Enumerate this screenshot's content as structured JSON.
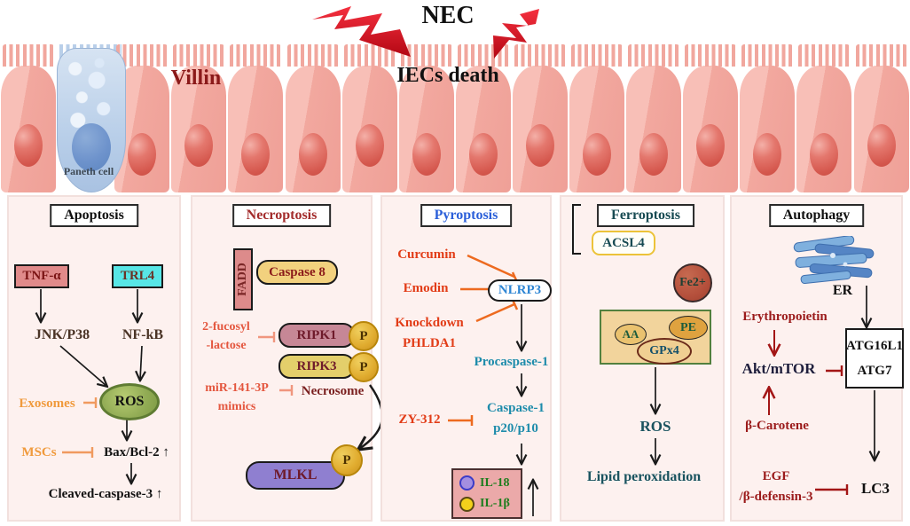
{
  "header": {
    "title": "NEC",
    "subtitle": "IECs death",
    "villin": "Villin",
    "paneth_cell": "Paneth cell"
  },
  "panels": {
    "apoptosis": {
      "title": "Apoptosis",
      "tnf": "TNF-α",
      "trl4": "TRL4",
      "jnk": "JNK/P38",
      "nfkb": "NF-kB",
      "exosomes": "Exosomes",
      "ros": "ROS",
      "mscs": "MSCs",
      "bax": "Bax/Bcl-2 ↑",
      "cleaved": "Cleaved-caspase-3 ↑"
    },
    "necroptosis": {
      "title": "Necroptosis",
      "fadd": "FADD",
      "caspase8": "Caspase 8",
      "fucosyl_line1": "2-fucosyl",
      "fucosyl_line2": "-lactose",
      "ripk1": "RIPK1",
      "ripk3": "RIPK3",
      "phospho": "P",
      "necrosome": "Necrosome",
      "mir_line1": "miR-141-3P",
      "mir_line2": "mimics",
      "mlkl": "MLKL"
    },
    "pyroptosis": {
      "title": "Pyroptosis",
      "curcumin": "Curcumin",
      "emodin": "Emodin",
      "knockdown_line1": "Knockdown",
      "knockdown_line2": "PHLDA1",
      "nlrp3": "NLRP3",
      "procaspase": "Procaspase-1",
      "caspase1_line1": "Caspase-1",
      "caspase1_line2": "p20/p10",
      "zy312": "ZY-312",
      "il18": "IL-18",
      "il1b": "IL-1β"
    },
    "ferroptosis": {
      "title": "Ferroptosis",
      "acsl4": "ACSL4",
      "fe2": "Fe2+",
      "aa": "AA",
      "pe": "PE",
      "gpx4": "GPx4",
      "ros": "ROS",
      "lipid": "Lipid peroxidation"
    },
    "autophagy": {
      "title": "Autophagy",
      "er": "ER",
      "erythropoietin": "Erythropoietin",
      "akt": "Akt/mTOR",
      "atg16l1": "ATG16L1",
      "atg7": "ATG7",
      "beta_carotene": "β-Carotene",
      "egf_line1": "EGF",
      "egf_line2": "/β-defensin-3",
      "lc3": "LC3"
    }
  },
  "colors": {
    "panel_bg": "#fdf1ef",
    "salmon_box": "#e08a8a",
    "cyan_box": "#57e6e6",
    "dark_red_text": "#8b1a1a",
    "brown_text": "#4a3426",
    "orange_inhibitor": "#f09a5f",
    "red_orange_text": "#e23c17",
    "orange_line": "#ed6a1f",
    "teal_text": "#1e8cab",
    "dark_teal_text": "#19535f",
    "pyroptosis_blue": "#2b5fd9",
    "nlrp3_blue": "#2e86d4",
    "mlkl_purple": "#8f7fd0",
    "ripk1_mauve": "#c68796",
    "ripk3_khaki": "#e3cf6b",
    "caspase8_tan": "#f2d17e",
    "phospho_gold": "#e0ab2e",
    "il_green": "#1e7d1e",
    "fe_brick": "#b5503c",
    "dark_red_line": "#a31616",
    "ros_green": "#93ad56",
    "er_blue": "#6f9fd8",
    "bolt_red": "#e8192c"
  }
}
